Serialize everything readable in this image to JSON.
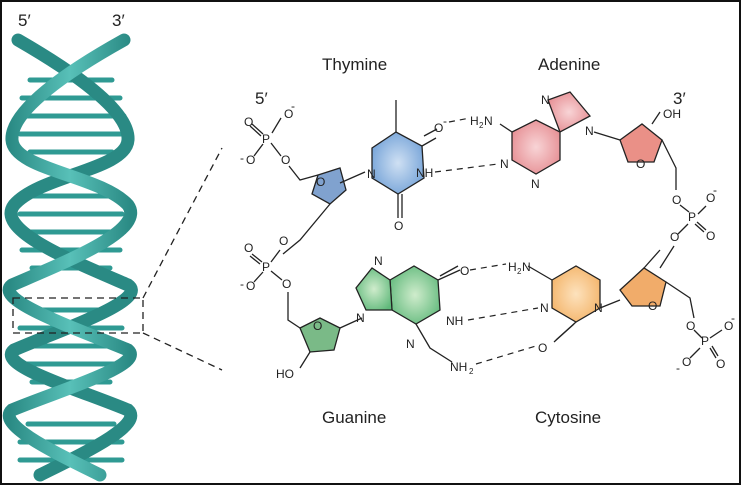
{
  "labels": {
    "strand_left_top": "5′",
    "strand_right_top": "3′",
    "detail_5prime": "5′",
    "detail_3prime": "3′"
  },
  "bases": {
    "thymine": "Thymine",
    "adenine": "Adenine",
    "guanine": "Guanine",
    "cytosine": "Cytosine"
  },
  "atoms": {
    "O": "O",
    "O_minus": "O",
    "minus": "-",
    "P": "P",
    "N": "N",
    "NH": "NH",
    "H2N": "H",
    "two": "2",
    "NH2": "NH",
    "OH": "OH",
    "HO": "HO"
  },
  "colors": {
    "helix": "#3aa7a0",
    "helix_dark": "#2a8a84",
    "thymine": "#6f9fd6",
    "adenine": "#e58b90",
    "guanine": "#5fb87a",
    "cytosine": "#f3b266",
    "sugar": "#e8847a",
    "sugar_green": "#6bb27a",
    "sugar_blue": "#6a92c7",
    "sugar_orange": "#f0a35a"
  }
}
